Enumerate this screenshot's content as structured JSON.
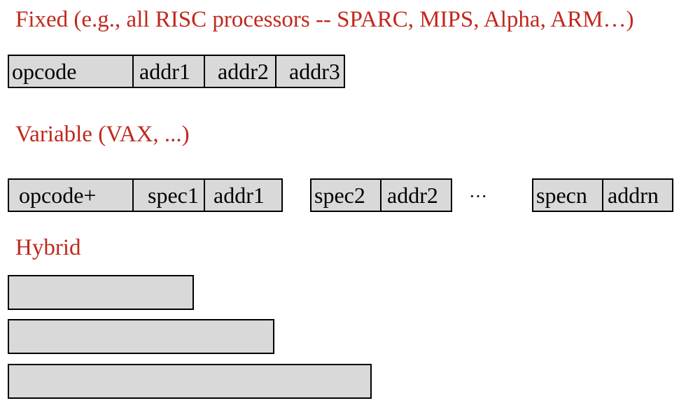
{
  "fixed": {
    "heading": "Fixed (e.g., all RISC processors -- SPARC, MIPS, Alpha, ARM…)",
    "fields": [
      "opcode",
      "addr1",
      "addr2",
      "addr3"
    ]
  },
  "variable": {
    "heading": "Variable (VAX, ...)",
    "group1": [
      "opcode+",
      "spec1",
      "addr1"
    ],
    "group2": [
      "spec2",
      "addr2"
    ],
    "ellipsis": "···",
    "group3": [
      "specn",
      "addrn"
    ]
  },
  "hybrid": {
    "heading": "Hybrid"
  },
  "colors": {
    "heading": "#c0281c",
    "fill": "#d9d9d9",
    "border": "#000000"
  }
}
